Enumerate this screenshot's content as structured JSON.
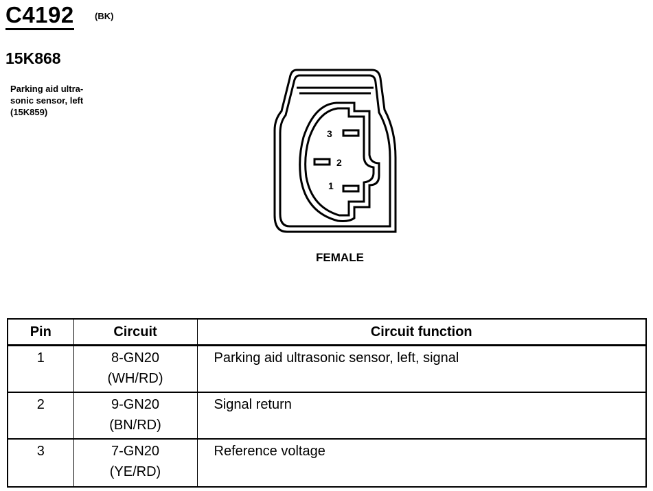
{
  "connector": {
    "id": "C4192",
    "color_code": "(BK)",
    "part_number": "15K868",
    "description": "Parking aid ultra-\nsonic sensor, left\n(15K859)",
    "gender_label": "FEMALE",
    "pin_labels": [
      "3",
      "2",
      "1"
    ]
  },
  "table": {
    "headers": {
      "pin": "Pin",
      "circuit": "Circuit",
      "function": "Circuit function"
    },
    "rows": [
      {
        "pin": "1",
        "circuit": "8-GN20",
        "color": "(WH/RD)",
        "function": "Parking aid ultrasonic sensor, left, signal"
      },
      {
        "pin": "2",
        "circuit": "9-GN20",
        "color": "(BN/RD)",
        "function": "Signal return"
      },
      {
        "pin": "3",
        "circuit": "7-GN20",
        "color": "(YE/RD)",
        "function": "Reference voltage"
      }
    ]
  }
}
